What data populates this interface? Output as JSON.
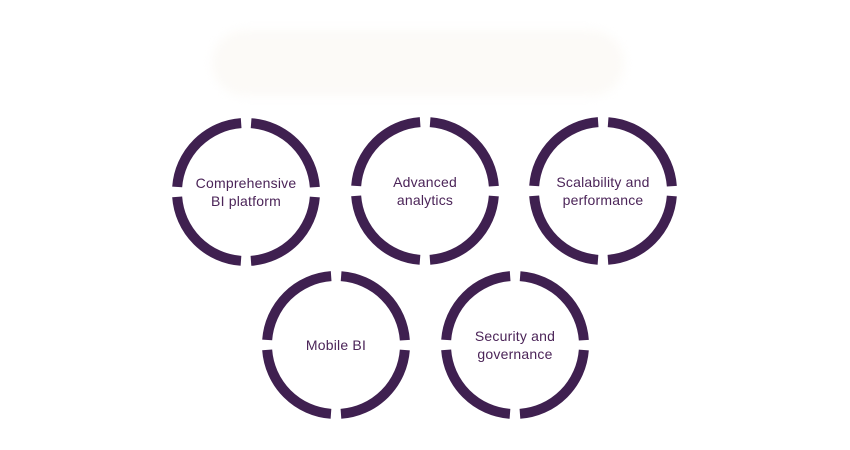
{
  "page": {
    "background": "#ffffff",
    "description_of_top_area": "blank erased title area"
  },
  "colors": {
    "ring": "#3f2050",
    "text": "#4b2458",
    "blob": "#fcfaf7",
    "bg": "#ffffff"
  },
  "features": {
    "items": [
      {
        "label": "Comprehensive BI platform"
      },
      {
        "label": "Advanced analytics"
      },
      {
        "label": "Scalability and performance"
      },
      {
        "label": "Mobile BI"
      },
      {
        "label": "Security and governance"
      }
    ]
  }
}
